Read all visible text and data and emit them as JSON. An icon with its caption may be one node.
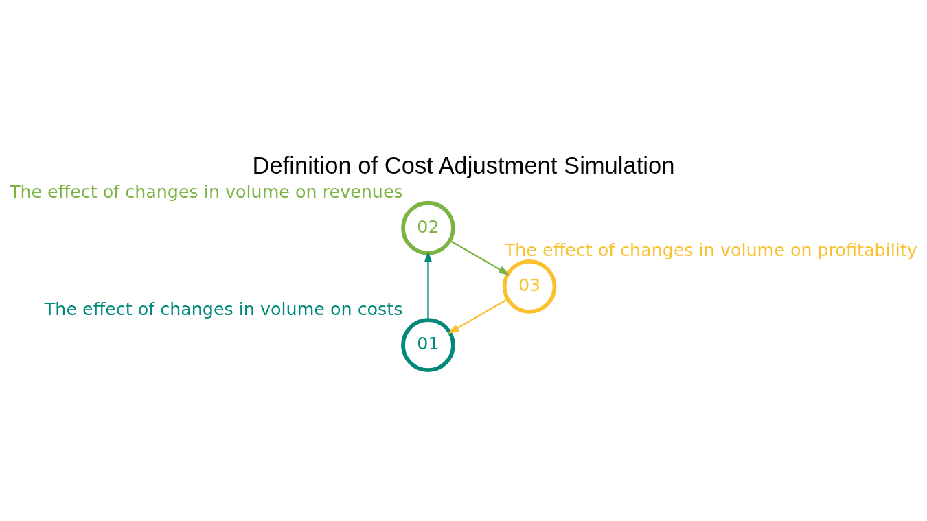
{
  "diagram": {
    "title": "Definition of Cost Adjustment Simulation",
    "nodes": [
      {
        "text": [
          "01"
        ],
        "beside": [
          "The effect of changes in volume on costs"
        ]
      },
      {
        "text": [
          "02"
        ],
        "beside": [
          "The effect of changes in volume on revenues"
        ]
      },
      {
        "text": [
          "03"
        ],
        "beside": [
          "The effect of changes in volume on profitability"
        ]
      }
    ],
    "edges": [
      {
        "from": 0,
        "to": 1,
        "arrow": "to",
        "color": "#00897b"
      },
      {
        "from": 1,
        "to": 2,
        "arrow": "to",
        "color": "#7cb342"
      },
      {
        "from": 2,
        "to": 0,
        "arrow": "to",
        "color": "#fbc02d"
      }
    ]
  }
}
